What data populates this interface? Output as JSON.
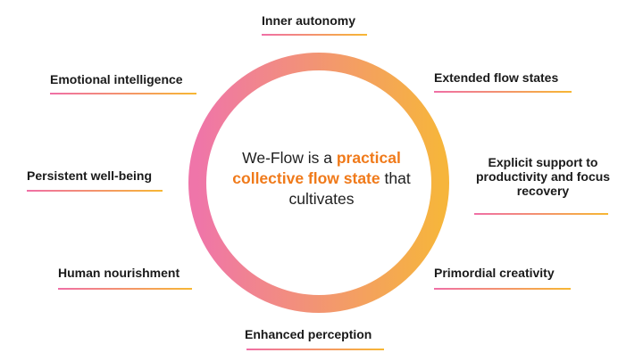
{
  "center": {
    "pre": "We-Flow is a",
    "highlight": "practical collective flow state",
    "post": "that cultivates"
  },
  "colors": {
    "ring_start": "#ef75a9",
    "ring_end": "#f6b53c",
    "highlight": "#f07a1a"
  },
  "outcomes": {
    "inner_autonomy": "Inner autonomy",
    "emotional_intelligence": "Emotional intelligence",
    "extended_flow_states": "Extended flow states",
    "persistent_well_being": "Persistent well-being",
    "explicit_support": "Explicit support to productivity and focus recovery",
    "human_nourishment": "Human nourishment",
    "primordial_creativity": "Primordial creativity",
    "enhanced_perception": "Enhanced perception"
  }
}
